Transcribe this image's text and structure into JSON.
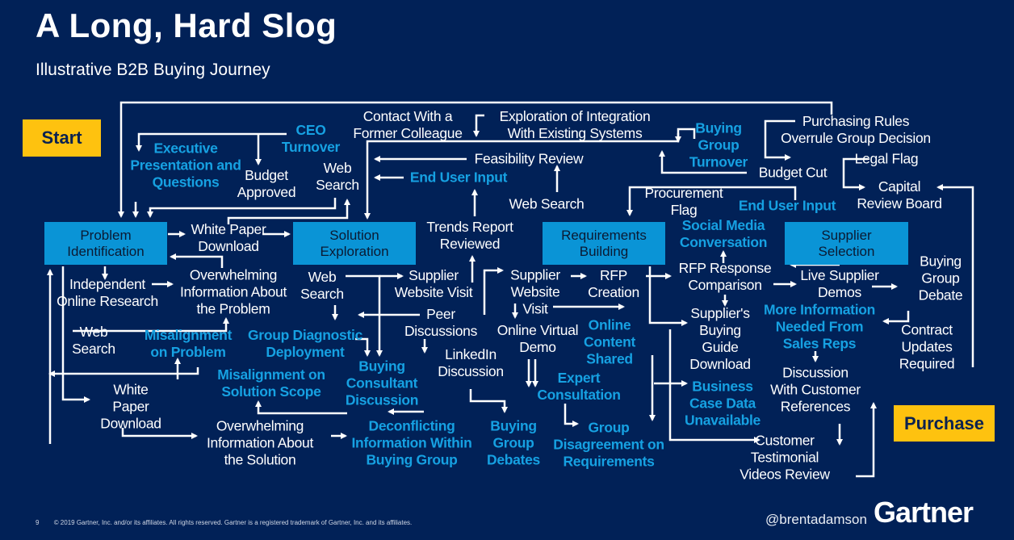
{
  "header": {
    "title": "A Long, Hard Slog",
    "subtitle": "Illustrative B2B Buying Journey"
  },
  "flags": {
    "start": "Start",
    "purchase": "Purchase"
  },
  "stages": [
    "Problem\nIdentification",
    "Solution\nExploration",
    "Requirements\nBuilding",
    "Supplier\nSelection"
  ],
  "nodes": [
    "Contact With a\nFormer Colleague",
    "Exploration of Integration\nWith Existing Systems",
    "Purchasing Rules\nOverrule Group Decision",
    "Buying\nGroup\nTurnover",
    "CEO\nTurnover",
    "Executive\nPresentation and\nQuestions",
    "Budget\nApproved",
    "Web\nSearch",
    "Feasibility Review",
    "End User Input",
    "Legal Flag",
    "Budget Cut",
    "Web Search",
    "Procurement\nFlag",
    "End User Input",
    "Capital\nReview Board",
    "Trends Report\nReviewed",
    "Social Media\nConversation",
    "White Paper\nDownload",
    "Overwhelming\nInformation About\nthe Problem",
    "Independent\nOnline Research",
    "Web\nSearch",
    "Supplier\nWebsite Visit",
    "Supplier\nWebsite\nVisit",
    "RFP\nCreation",
    "RFP Response\nComparison",
    "Live Supplier\nDemos",
    "Buying\nGroup\nDebate",
    "Peer\nDiscussions",
    "Online Virtual\nDemo",
    "Online\nContent\nShared",
    "Supplier's\nBuying\nGuide\nDownload",
    "More Information\nNeeded From\nSales Reps",
    "Contract Updates\nRequired",
    "Web\nSearch",
    "Misalignment\non Problem",
    "Group Diagnostic\nDeployment",
    "LinkedIn\nDiscussion",
    "Buying\nConsultant\nDiscussion",
    "Expert\nConsultation",
    "Business\nCase Data\nUnavailable",
    "Discussion\nWith Customer\nReferences",
    "Misalignment on\nSolution Scope",
    "White\nPaper\nDownload",
    "Overwhelming\nInformation About\nthe Solution",
    "Deconflicting\nInformation Within\nBuying Group",
    "Buying\nGroup\nDebates",
    "Group\nDisagreement on\nRequirements",
    "Customer\nTestimonial\nVideos Review"
  ],
  "footer": {
    "page": "9",
    "copyright": "© 2019 Gartner, Inc. and/or its affiliates. All rights reserved. Gartner is a registered trademark of Gartner, Inc. and its affiliates.",
    "handle": "@brentadamson",
    "logo": "Gartner"
  },
  "colors": {
    "background": "#012157",
    "stage": "#0a94d6",
    "flag": "#fec20f",
    "highlight": "#16a1e2"
  }
}
